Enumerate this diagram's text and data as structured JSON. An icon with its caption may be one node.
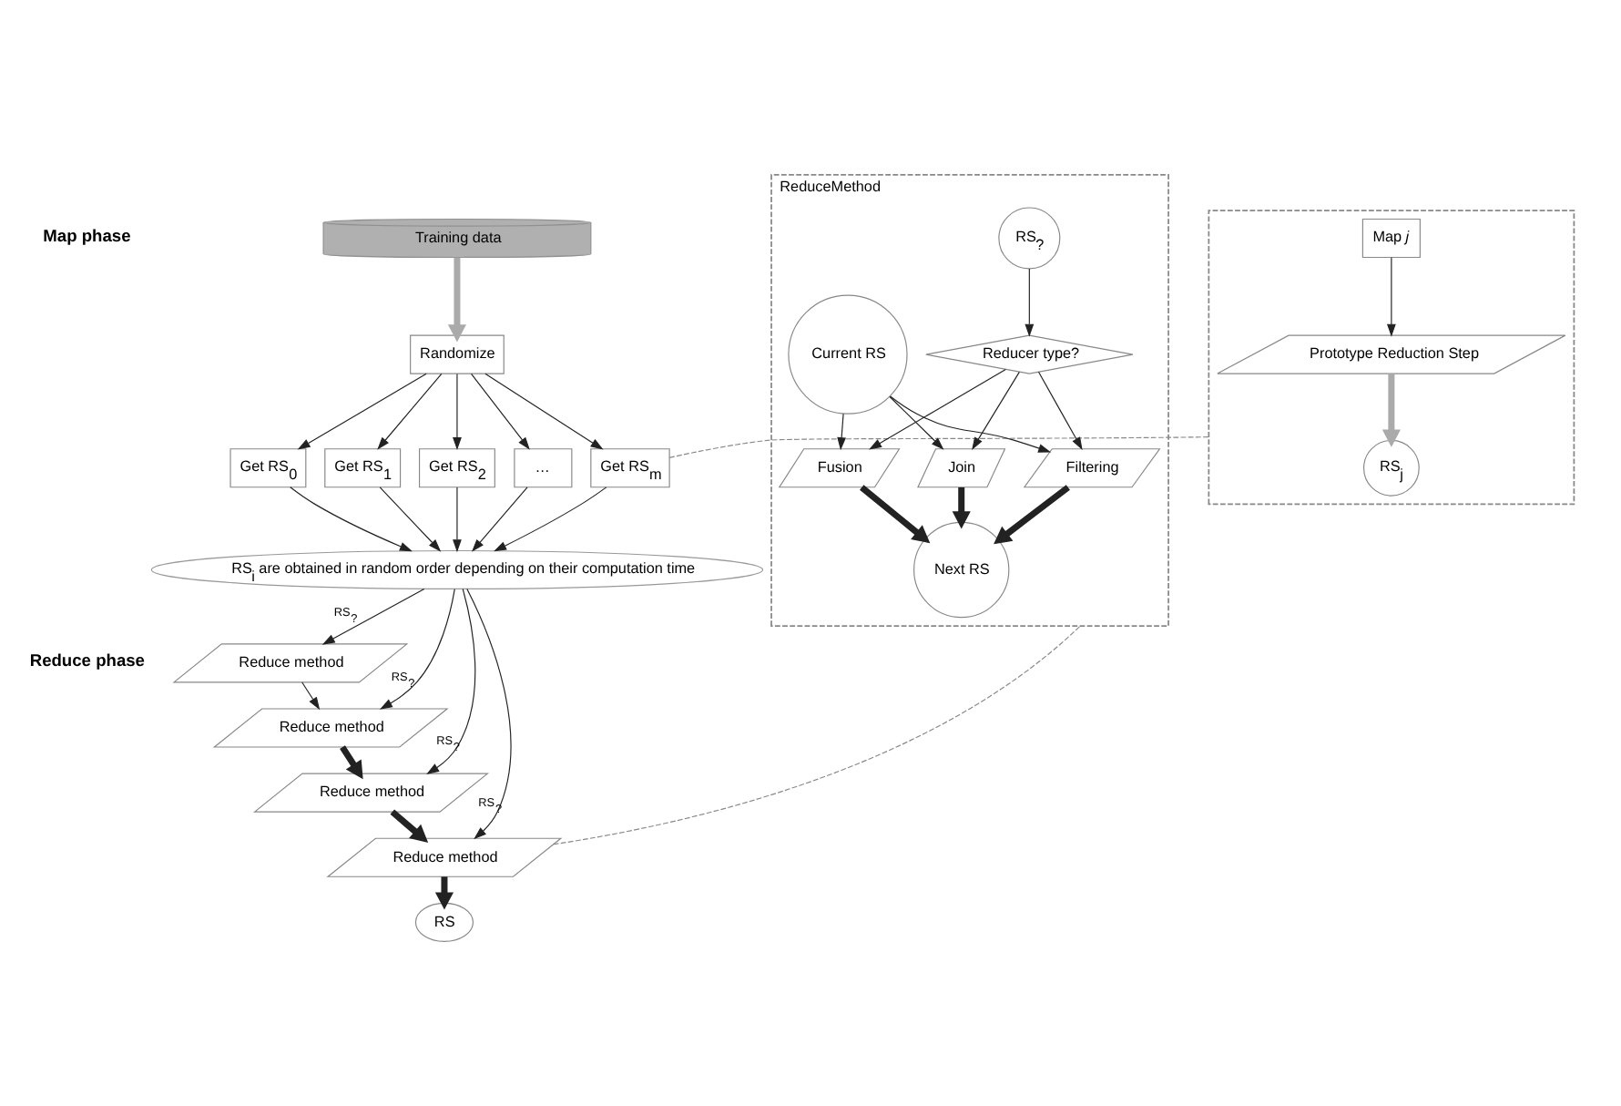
{
  "diagram": {
    "nodes": [
      {
        "text": [
          "Training data"
        ]
      },
      {
        "text": [
          "Randomize"
        ]
      },
      {
        "text": [
          "Get RS$_{0}$"
        ]
      },
      {
        "text": [
          "Get RS$_{1}$"
        ]
      },
      {
        "text": [
          "Get RS$_{2}$"
        ]
      },
      {
        "text": [
          "…"
        ]
      },
      {
        "text": [
          "Get RS$_{m}$"
        ]
      },
      {
        "text": [
          "RS$_{i}$ are obtained in random order depending on their computation time"
        ]
      },
      {
        "text": [
          "Reduce method"
        ]
      },
      {
        "text": [
          "Reduce method"
        ]
      },
      {
        "text": [
          "Reduce method"
        ]
      },
      {
        "text": [
          "Reduce method"
        ]
      },
      {
        "text": [
          "RS"
        ]
      },
      {
        "text": [],
        "shape": "box"
      },
      {
        "text": [
          "Map *j*"
        ],
        "in": 13
      },
      {
        "text": [
          "Prototype Reduction Step"
        ],
        "in": 13
      },
      {
        "text": [
          "RS$_{j}$"
        ],
        "in": 13
      },
      {
        "text": [
          "ReduceMethod"
        ]
      },
      {
        "text": [
          "RS$_{?}$"
        ],
        "in": 17
      },
      {
        "text": [
          "Reducer type?"
        ],
        "in": 17
      },
      {
        "text": [
          "Current RS"
        ],
        "in": 17
      },
      {
        "text": [
          "Fusion"
        ],
        "in": 17
      },
      {
        "text": [
          "Join"
        ],
        "in": 17
      },
      {
        "text": [
          "Filtering"
        ],
        "in": 17
      },
      {
        "text": [
          "Next RS"
        ],
        "in": 17
      }
    ],
    "edges": [
      {
        "from": 0,
        "to": 1,
        "arrow": "to",
        "style": "thick",
        "color": "#aaaaaa"
      },
      {
        "from": 1,
        "to": 2,
        "arrow": "to"
      },
      {
        "from": 1,
        "to": 3,
        "arrow": "to"
      },
      {
        "from": 1,
        "to": 4,
        "arrow": "to"
      },
      {
        "from": 1,
        "to": 5,
        "arrow": "to"
      },
      {
        "from": 1,
        "to": 6,
        "arrow": "to"
      },
      {
        "from": 2,
        "to": 7,
        "arrow": "to"
      },
      {
        "from": 3,
        "to": 7,
        "arrow": "to"
      },
      {
        "from": 4,
        "to": 7,
        "arrow": "to"
      },
      {
        "from": 5,
        "to": 7,
        "arrow": "to"
      },
      {
        "from": 6,
        "to": 7,
        "arrow": "to"
      },
      {
        "from": 6,
        "to": 13,
        "arrow": "none",
        "style": "dashed",
        "color": "#888888"
      },
      {
        "from": 14,
        "to": 15,
        "arrow": "to"
      },
      {
        "from": 15,
        "to": 16,
        "arrow": "to",
        "style": "thick",
        "color": "#aaaaaa"
      },
      {
        "from": 7,
        "to": 8,
        "arrow": "to",
        "label": "RS$_{?}$"
      },
      {
        "from": 7,
        "to": 9,
        "arrow": "to",
        "label": "RS$_{?}$"
      },
      {
        "from": 7,
        "to": 10,
        "arrow": "to",
        "label": "RS$_{?}$"
      },
      {
        "from": 7,
        "to": 11,
        "arrow": "to",
        "label": "RS$_{?}$"
      },
      {
        "from": 8,
        "to": 9,
        "arrow": "to"
      },
      {
        "from": 9,
        "to": 10,
        "arrow": "to",
        "style": "thick"
      },
      {
        "from": 10,
        "to": 11,
        "arrow": "to",
        "style": "thick"
      },
      {
        "from": 11,
        "to": 12,
        "arrow": "to",
        "style": "thick"
      },
      {
        "from": 11,
        "to": 17,
        "arrow": "none",
        "style": "dashed",
        "color": "#888888"
      },
      {
        "from": 18,
        "to": 19,
        "arrow": "to"
      },
      {
        "from": 19,
        "to": 21,
        "arrow": "to"
      },
      {
        "from": 19,
        "to": 22,
        "arrow": "to"
      },
      {
        "from": 19,
        "to": 23,
        "arrow": "to"
      },
      {
        "from": 20,
        "to": 21,
        "arrow": "to"
      },
      {
        "from": 20,
        "to": 22,
        "arrow": "to"
      },
      {
        "from": 20,
        "to": 23,
        "arrow": "to"
      },
      {
        "from": 21,
        "to": 24,
        "arrow": "to",
        "style": "thick"
      },
      {
        "from": 22,
        "to": 24,
        "arrow": "to",
        "style": "thick"
      },
      {
        "from": 23,
        "to": 24,
        "arrow": "to",
        "style": "thick"
      }
    ],
    "labels": [
      "Map phase",
      "Reduce phase"
    ]
  }
}
